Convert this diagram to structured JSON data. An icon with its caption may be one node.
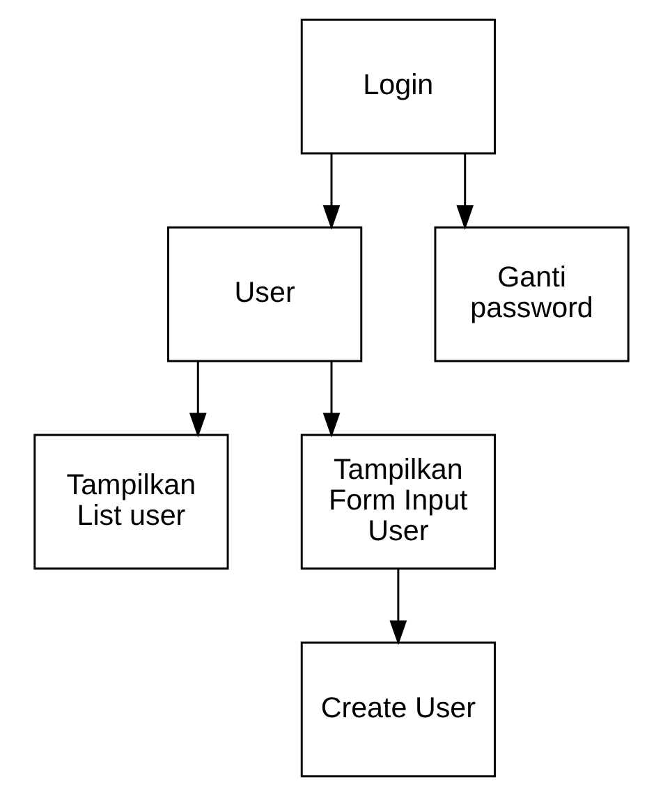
{
  "diagram": {
    "nodes": [
      {
        "text": [
          "Login"
        ]
      },
      {
        "text": [
          "User"
        ]
      },
      {
        "text": [
          "Ganti password"
        ]
      },
      {
        "text": [
          "Tampilkan List user"
        ]
      },
      {
        "text": [
          "Tampilkan Form Input User"
        ]
      },
      {
        "text": [
          "Create User"
        ]
      }
    ],
    "edges": [
      {
        "from": 0,
        "to": 1,
        "arrow": "to"
      },
      {
        "from": 0,
        "to": 2,
        "arrow": "to"
      },
      {
        "from": 1,
        "to": 3,
        "arrow": "to"
      },
      {
        "from": 1,
        "to": 4,
        "arrow": "to"
      },
      {
        "from": 4,
        "to": 5,
        "arrow": "to"
      }
    ]
  }
}
